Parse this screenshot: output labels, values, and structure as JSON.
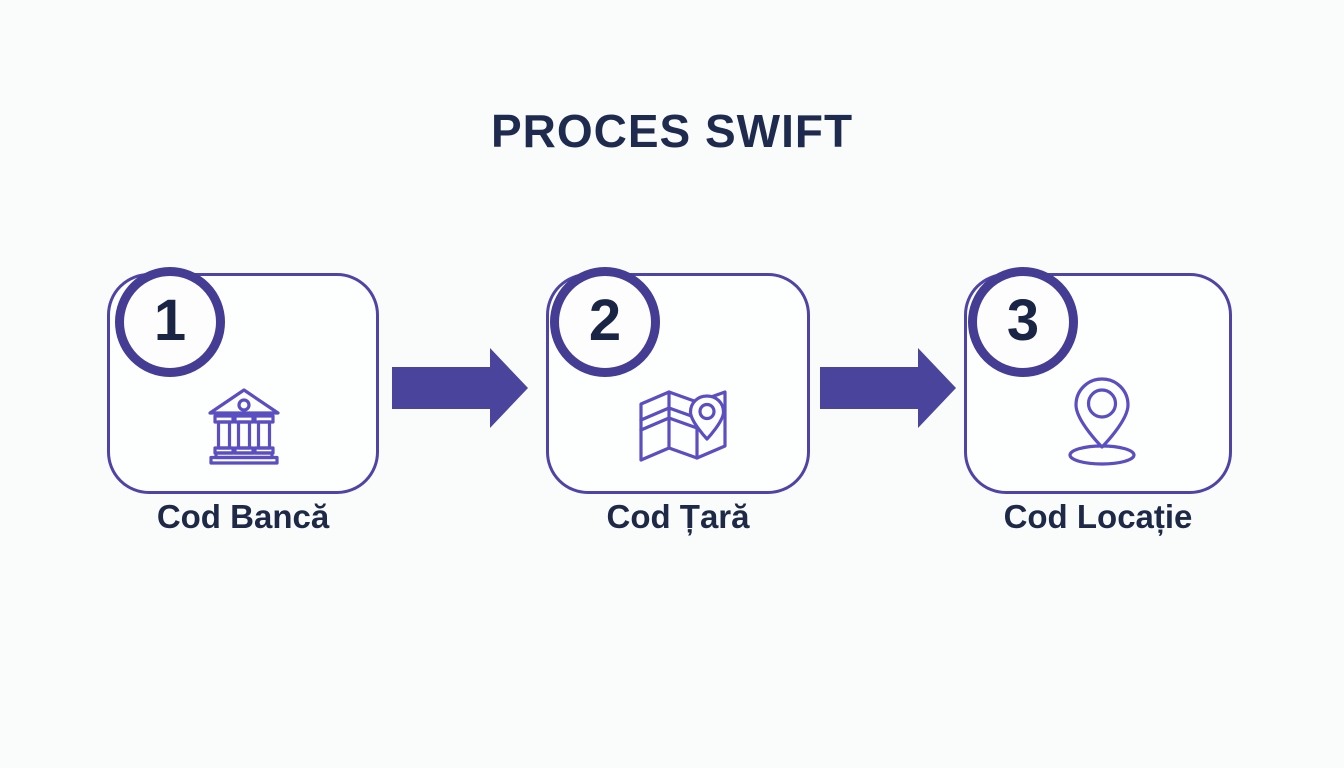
{
  "title": "PROCES SWIFT",
  "colors": {
    "background": "#fafcfc",
    "title_text": "#1e2b4e",
    "label_text": "#1d2947",
    "number_text": "#1a2545",
    "box_border": "#4e44a5",
    "circle_border": "#453c94",
    "arrow_fill": "#4a449c",
    "icon_stroke": "#5a4ec1"
  },
  "steps": [
    {
      "number": "1",
      "label": "Cod Bancă",
      "icon": "bank-icon"
    },
    {
      "number": "2",
      "label": "Cod Țară",
      "icon": "map-icon"
    },
    {
      "number": "3",
      "label": "Cod Locație",
      "icon": "location-pin-icon"
    }
  ],
  "arrows": [
    {
      "name": "arrow-step1-to-step2",
      "direction": "right"
    },
    {
      "name": "arrow-step2-to-step3",
      "direction": "right"
    }
  ]
}
